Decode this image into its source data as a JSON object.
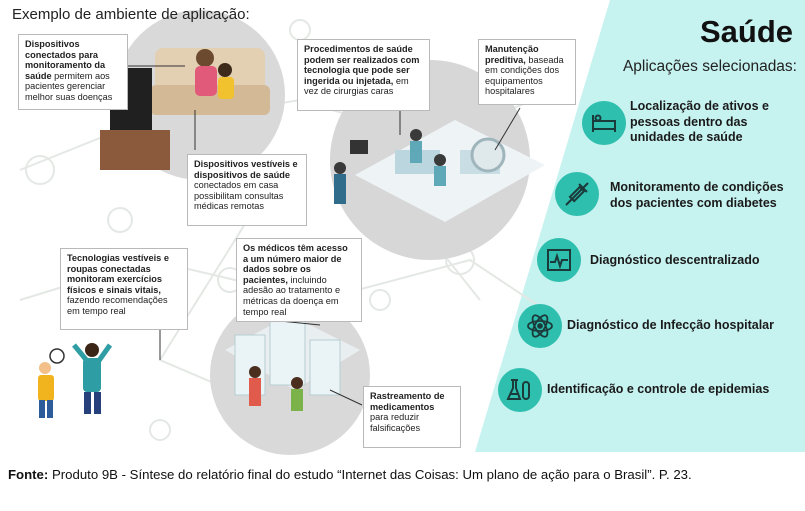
{
  "intro_title": "Exemplo de ambiente de aplicação:",
  "callouts": [
    {
      "bold": "Dispositivos conectados para monitoramento da saúde",
      "text": " permitem aos pacientes gerenciar melhor suas doenças"
    },
    {
      "bold": "Procedimentos de saúde podem ser realizados com tecnologia que pode ser ingerida ou injetada,",
      "text": " em vez de cirurgias caras"
    },
    {
      "bold": "Manutenção preditiva,",
      "text": " baseada em condições dos equipamentos hospitalares"
    },
    {
      "bold": "Dispositivos vestíveis e dispositivos de saúde",
      "text": " conectados em casa possibilitam consultas médicas remotas"
    },
    {
      "bold": "Tecnologias vestíveis e roupas conectadas monitoram exercícios físicos e sinais vitais,",
      "text": " fazendo recomendações em tempo real"
    },
    {
      "bold": "Os médicos têm acesso a um número maior de dados sobre os pacientes,",
      "text": " incluindo adesão ao tratamento e métricas da doença em tempo real"
    },
    {
      "bold": "Rastreamento de medicamentos",
      "text": " para reduzir falsificações"
    }
  ],
  "panel": {
    "title": "Saúde",
    "subtitle": "Aplicações selecionadas:",
    "accent_color": "#c6f2f0",
    "icon_color": "#2fbfae",
    "applications": [
      {
        "label": "Localização de ativos e pessoas dentro das unidades de saúde",
        "icon": "hospital-bed-icon"
      },
      {
        "label": "Monitoramento de condições dos pacientes com diabetes",
        "icon": "syringe-icon"
      },
      {
        "label": "Diagnóstico descentralizado",
        "icon": "heartbeat-monitor-icon"
      },
      {
        "label": "Diagnóstico de Infecção hospitalar",
        "icon": "atom-icon"
      },
      {
        "label": "Identificação e controle de epidemias",
        "icon": "lab-flasks-icon"
      }
    ]
  },
  "source": {
    "label": "Fonte:",
    "text": " Produto 9B - Síntese do relatório final do estudo “Internet das Coisas: Um plano de ação para o Brasil”. P. 23."
  }
}
